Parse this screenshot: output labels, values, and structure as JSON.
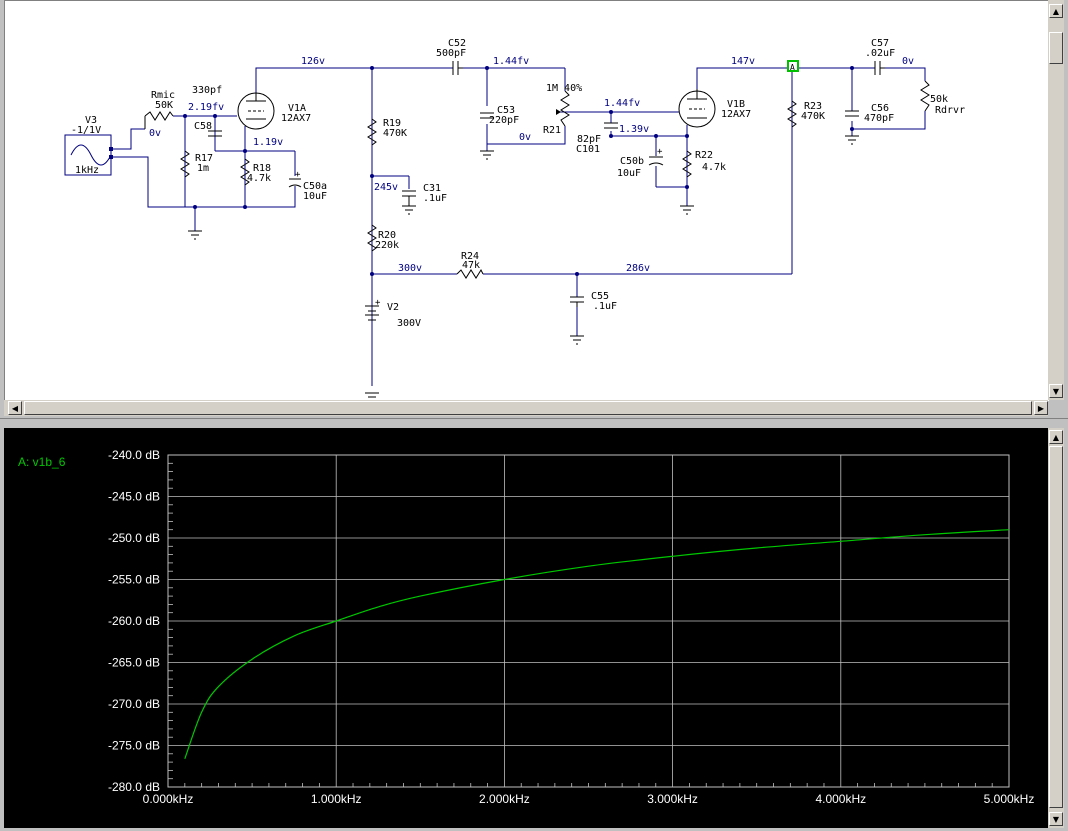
{
  "schematic": {
    "components": {
      "V3": {
        "name": "V3",
        "value": "-1/1V",
        "freq": "1kHz"
      },
      "Rmic": {
        "name": "Rmic",
        "value": "50K"
      },
      "C_330": {
        "value": "330pf"
      },
      "C58": {
        "name": "C58"
      },
      "V1A": {
        "name": "V1A",
        "type": "12AX7"
      },
      "R17": {
        "name": "R17",
        "value": "1m"
      },
      "R18": {
        "name": "R18",
        "value": "4.7k"
      },
      "C50a": {
        "name": "C50a",
        "value": "10uF"
      },
      "R19": {
        "name": "R19",
        "value": "470K"
      },
      "C31": {
        "name": "C31",
        "value": ".1uF"
      },
      "R20": {
        "name": "R20",
        "value": "220k"
      },
      "V2": {
        "name": "V2",
        "value": "300V"
      },
      "C52": {
        "name": "C52",
        "value": "500pF"
      },
      "C53": {
        "name": "C53",
        "value": "220pF"
      },
      "R21": {
        "name": "R21",
        "value": "1M 40%"
      },
      "C101": {
        "name": "C101",
        "value": "82pF"
      },
      "C50b": {
        "name": "C50b",
        "value": "10uF"
      },
      "V1B": {
        "name": "V1B",
        "type": "12AX7"
      },
      "R22": {
        "name": "R22",
        "value": "4.7k"
      },
      "R23": {
        "name": "R23",
        "value": "470K"
      },
      "R24": {
        "name": "R24",
        "value": "47k"
      },
      "C55": {
        "name": "C55",
        "value": ".1uF"
      },
      "C57": {
        "name": "C57",
        "value": ".02uF"
      },
      "C56": {
        "name": "C56",
        "value": "470pF"
      },
      "Rdrvr": {
        "name": "Rdrvr",
        "value": "50k"
      }
    },
    "voltages": {
      "v_0a": "0v",
      "v_219": "2.19fv",
      "v_119": "1.19v",
      "v_126": "126v",
      "v_245": "245v",
      "v_300": "300v",
      "v_144a": "1.44fv",
      "v_0b": "0v",
      "v_144b": "1.44fv",
      "v_139": "1.39v",
      "v_147": "147v",
      "v_286": "286v",
      "v_0c": "0v"
    },
    "probe_label": "A"
  },
  "plot": {
    "trace_label": "A: v1b_6",
    "colors": {
      "background": "#000000",
      "grid": "#c0c0c0",
      "trace": "#00c800",
      "text": "#ffffff",
      "label": "#00c800"
    }
  },
  "chart_data": {
    "type": "line",
    "series": [
      {
        "name": "A: v1b_6",
        "x": [
          0.1,
          0.2,
          0.3,
          0.5,
          0.75,
          1.0,
          1.25,
          1.5,
          2.0,
          2.5,
          3.0,
          3.5,
          4.0,
          4.5,
          5.0
        ],
        "y": [
          -276.6,
          -271.0,
          -267.9,
          -264.6,
          -261.8,
          -260.0,
          -258.3,
          -257.0,
          -255.0,
          -253.4,
          -252.2,
          -251.2,
          -250.4,
          -249.6,
          -249.0
        ]
      }
    ],
    "xlim": [
      0,
      5
    ],
    "ylim": [
      -280,
      -240
    ],
    "xticks": [
      "0.000kHz",
      "1.000kHz",
      "2.000kHz",
      "3.000kHz",
      "4.000kHz",
      "5.000kHz"
    ],
    "yticks": [
      "-240.0 dB",
      "-245.0 dB",
      "-250.0 dB",
      "-255.0 dB",
      "-260.0 dB",
      "-265.0 dB",
      "-270.0 dB",
      "-275.0 dB",
      "-280.0 dB"
    ],
    "grid": true,
    "xlabel": "",
    "ylabel": ""
  }
}
